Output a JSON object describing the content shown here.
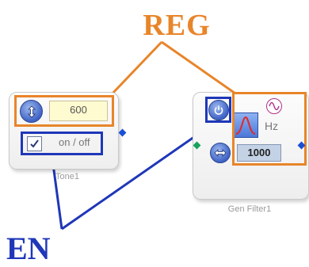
{
  "callouts": {
    "reg": "REG",
    "en": "EN"
  },
  "tone": {
    "value": "600",
    "toggle_label": "on / off",
    "name": "Tone1"
  },
  "gen_filter": {
    "unit": "Hz",
    "value": "1000",
    "name": "Gen Filter1"
  },
  "colors": {
    "reg_highlight": "#e8852a",
    "en_highlight": "#1f37b8",
    "port_blue": "#1a4fd6",
    "port_green": "#17a35a"
  }
}
